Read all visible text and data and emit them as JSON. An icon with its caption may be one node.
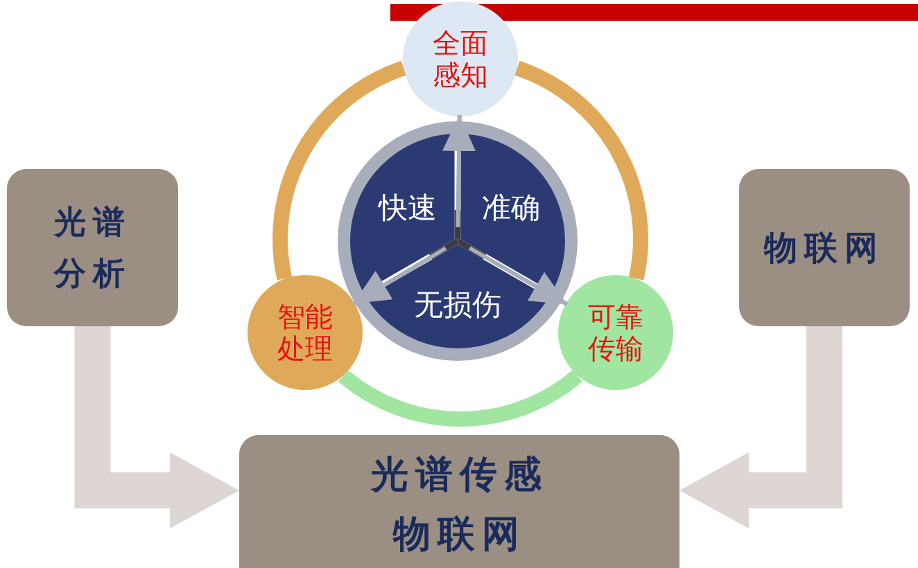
{
  "diagram": {
    "nodes": [
      {
        "text": [
          "光谱分析"
        ]
      },
      {
        "text": [
          "全面感知"
        ]
      },
      {
        "text": [
          "快速",
          "准确",
          "无损伤"
        ]
      },
      {
        "text": [
          "智能处理"
        ]
      },
      {
        "text": [
          "可靠传输"
        ]
      },
      {
        "text": [
          "物联网"
        ]
      },
      {
        "text": [
          "光谱传感物联网"
        ]
      }
    ],
    "edges": [
      {
        "from": 2,
        "to": 1,
        "arrow": "to",
        "color": "#a8adbc"
      },
      {
        "from": 2,
        "to": 4,
        "arrow": "to",
        "color": "#a8adbc"
      },
      {
        "from": 2,
        "to": 3,
        "arrow": "to",
        "color": "#a8adbc"
      },
      {
        "from": 3,
        "to": 1,
        "arrow": "none",
        "color": "#e0a95a"
      },
      {
        "from": 1,
        "to": 4,
        "arrow": "none",
        "color": "#e0a95a"
      },
      {
        "from": 3,
        "to": 4,
        "arrow": "none",
        "color": "#a0e6a0"
      },
      {
        "from": 0,
        "to": 6,
        "arrow": "to",
        "style": "thick",
        "color": "#ddd6d3"
      },
      {
        "from": 5,
        "to": 6,
        "arrow": "to",
        "style": "thick",
        "color": "#ddd6d3"
      }
    ]
  }
}
